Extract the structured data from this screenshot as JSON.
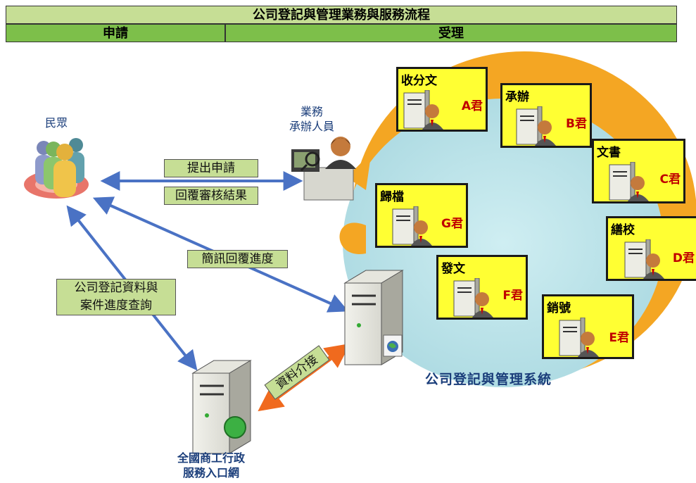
{
  "header": {
    "title": "公司登記與管理業務與服務流程",
    "left_label": "申請",
    "right_label": "受理"
  },
  "actors": {
    "citizen_line1": "民眾",
    "clerk_line1": "業務",
    "clerk_line2": "承辦人員",
    "portal_line1": "全國商工行政",
    "portal_line2": "服務入口網",
    "system_label": "公司登記與管理系統"
  },
  "flows": {
    "submit": "提出申請",
    "reply": "回覆審核結果",
    "sms": "簡訊回覆進度",
    "query_line1": "公司登記資料與",
    "query_line2": "案件進度查詢",
    "interface": "資料介接"
  },
  "stations": [
    {
      "task": "收分文",
      "person": "A君"
    },
    {
      "task": "承辦",
      "person": "B君"
    },
    {
      "task": "文書",
      "person": "C君"
    },
    {
      "task": "繕校",
      "person": "D君"
    },
    {
      "task": "銷號",
      "person": "E君"
    },
    {
      "task": "發文",
      "person": "F君"
    },
    {
      "task": "歸檔",
      "person": "G君"
    }
  ],
  "colors": {
    "header_light": "#c6de95",
    "header_dark": "#7dbf4a",
    "station_bg": "#ffff33",
    "person_label": "#c00000",
    "arrow_blue": "#4a72c4",
    "arrow_orange": "#f06a1e",
    "cycle_orange": "#f4a623",
    "cycle_teal": "#b9dfe6"
  }
}
